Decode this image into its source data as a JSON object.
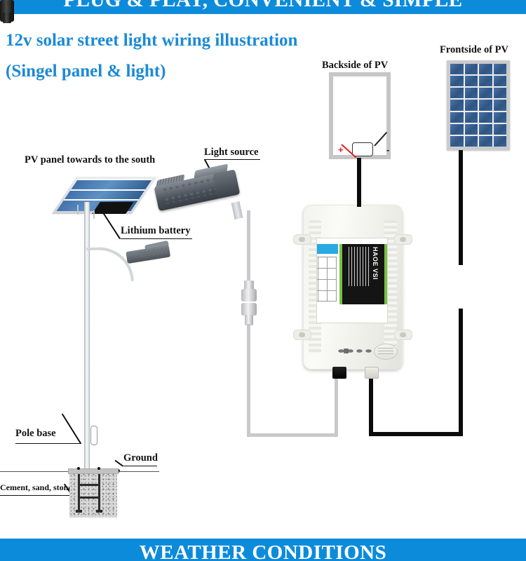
{
  "banners": {
    "top": "PLUG & PLAY, CONVENIENT & SIMPLE",
    "bottom": "WEATHER CONDITIONS"
  },
  "colors": {
    "banner_blue": "#0d8bdb",
    "title_blue": "#1b8ad6",
    "label_black": "#111111",
    "pv_cell_blue": "#2f5584",
    "wire_positive_red": "#e02020",
    "wire_negative_black": "#0b0b0b",
    "cable_gray": "#c9c9cd",
    "controller_green": "#7ac143"
  },
  "title": {
    "line1": "12v solar street light wiring illustration",
    "line2": "(Singel panel & light)"
  },
  "callouts": {
    "pv_panel": "PV panel towards to the south",
    "light_source": "Light source",
    "lithium_battery": "Lithium battery",
    "pole_base": "Pole base",
    "ground": "Ground",
    "cement": "Cement, sand, stone",
    "pv_backside": "Backside of PV",
    "pv_frontside": "Frontside of PV"
  },
  "wiring": {
    "positive_marker": "+",
    "negative_marker": "-"
  },
  "controller": {
    "brand": "HAOE VSI",
    "label_orientation": "rotated-90"
  },
  "pv_front": {
    "columns": 4,
    "rows": 7
  },
  "icons": {
    "solar_panel": "solar-panel-icon",
    "street_light": "street-light-icon",
    "controller_box": "controller-box-icon",
    "connector": "cable-connector-icon",
    "foundation": "concrete-foundation-icon"
  }
}
